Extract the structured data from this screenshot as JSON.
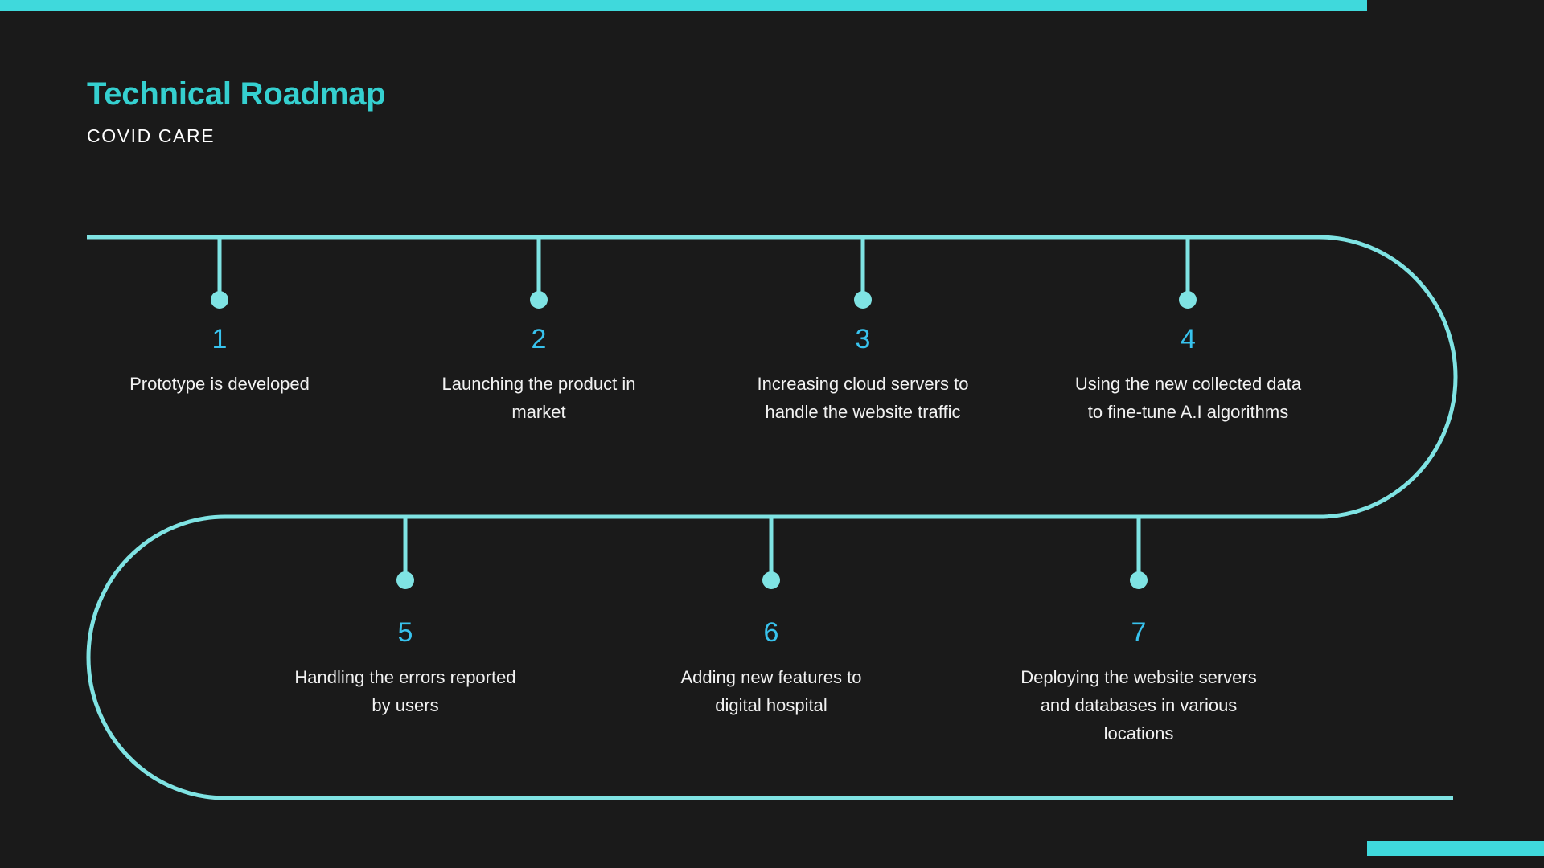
{
  "theme": {
    "background": "#1a1a1a",
    "accent": "#3fd9dc",
    "track": "#7fe3e3",
    "number_color": "#38c3ee",
    "title_color": "#35d0d0",
    "text_color": "#f2f2f2"
  },
  "header": {
    "title": "Technical Roadmap",
    "subtitle": "COVID CARE"
  },
  "timeline": {
    "milestones": [
      {
        "number": "1",
        "text": "Prototype is developed"
      },
      {
        "number": "2",
        "text": "Launching the product in market"
      },
      {
        "number": "3",
        "text": "Increasing cloud servers to handle the website traffic"
      },
      {
        "number": "4",
        "text": "Using the new collected data to fine-tune A.I algorithms"
      },
      {
        "number": "5",
        "text": "Handling the errors reported by users"
      },
      {
        "number": "6",
        "text": "Adding new features to digital hospital"
      },
      {
        "number": "7",
        "text": "Deploying the website servers and databases in various locations"
      }
    ]
  }
}
